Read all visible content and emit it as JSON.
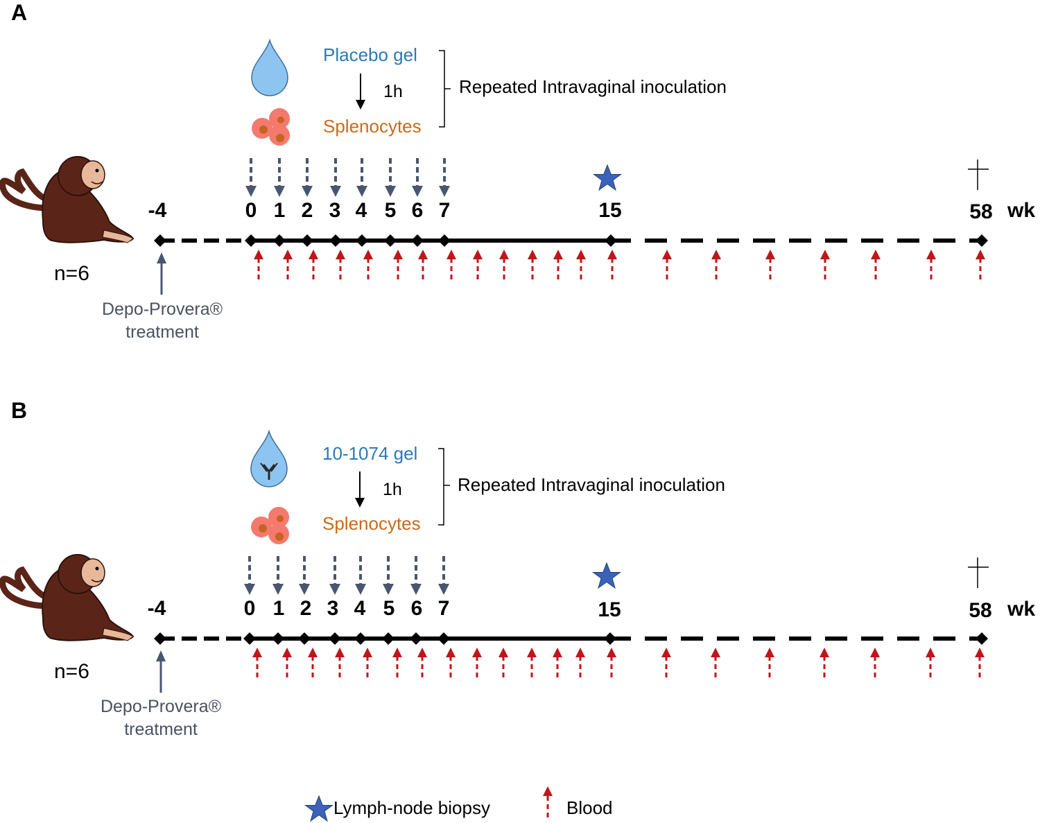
{
  "panels": [
    {
      "letter": "A",
      "gel_label": "Placebo gel",
      "gel_icon": "drop-icon",
      "interval_label": "1h",
      "cells_label": "Splenocytes",
      "procedure_label": "Repeated Intravaginal inoculation",
      "start_week": "-4",
      "inoculation_weeks": [
        "0",
        "1",
        "2",
        "3",
        "4",
        "5",
        "6",
        "7"
      ],
      "biopsy_week": "15",
      "end_week": "58",
      "unit_label": "wk",
      "group_size": "n=6",
      "treatment_label_line1": "Depo-Provera®",
      "treatment_label_line2": "treatment"
    },
    {
      "letter": "B",
      "gel_label": "10-1074 gel",
      "gel_icon": "antibody-drop-icon",
      "interval_label": "1h",
      "cells_label": "Splenocytes",
      "procedure_label": "Repeated Intravaginal inoculation",
      "start_week": "-4",
      "inoculation_weeks": [
        "0",
        "1",
        "2",
        "3",
        "4",
        "5",
        "6",
        "7"
      ],
      "biopsy_week": "15",
      "end_week": "58",
      "unit_label": "wk",
      "group_size": "n=6",
      "treatment_label_line1": "Depo-Provera®",
      "treatment_label_line2": "treatment"
    }
  ],
  "legend": {
    "biopsy_label": "Lymph-node biopsy",
    "blood_label": "Blood"
  },
  "colors": {
    "gel_text": "#2a7ab8",
    "splenocytes_text": "#c96a1a",
    "inoculation_arrow": "#4a5570",
    "blood_arrow": "#c0151a",
    "biopsy_star": "#3a62b8",
    "drop_fill": "#8ec4f0",
    "cell_fill": "#f47a6e",
    "cell_nucleus": "#c46420",
    "monkey": "#5a2518"
  }
}
